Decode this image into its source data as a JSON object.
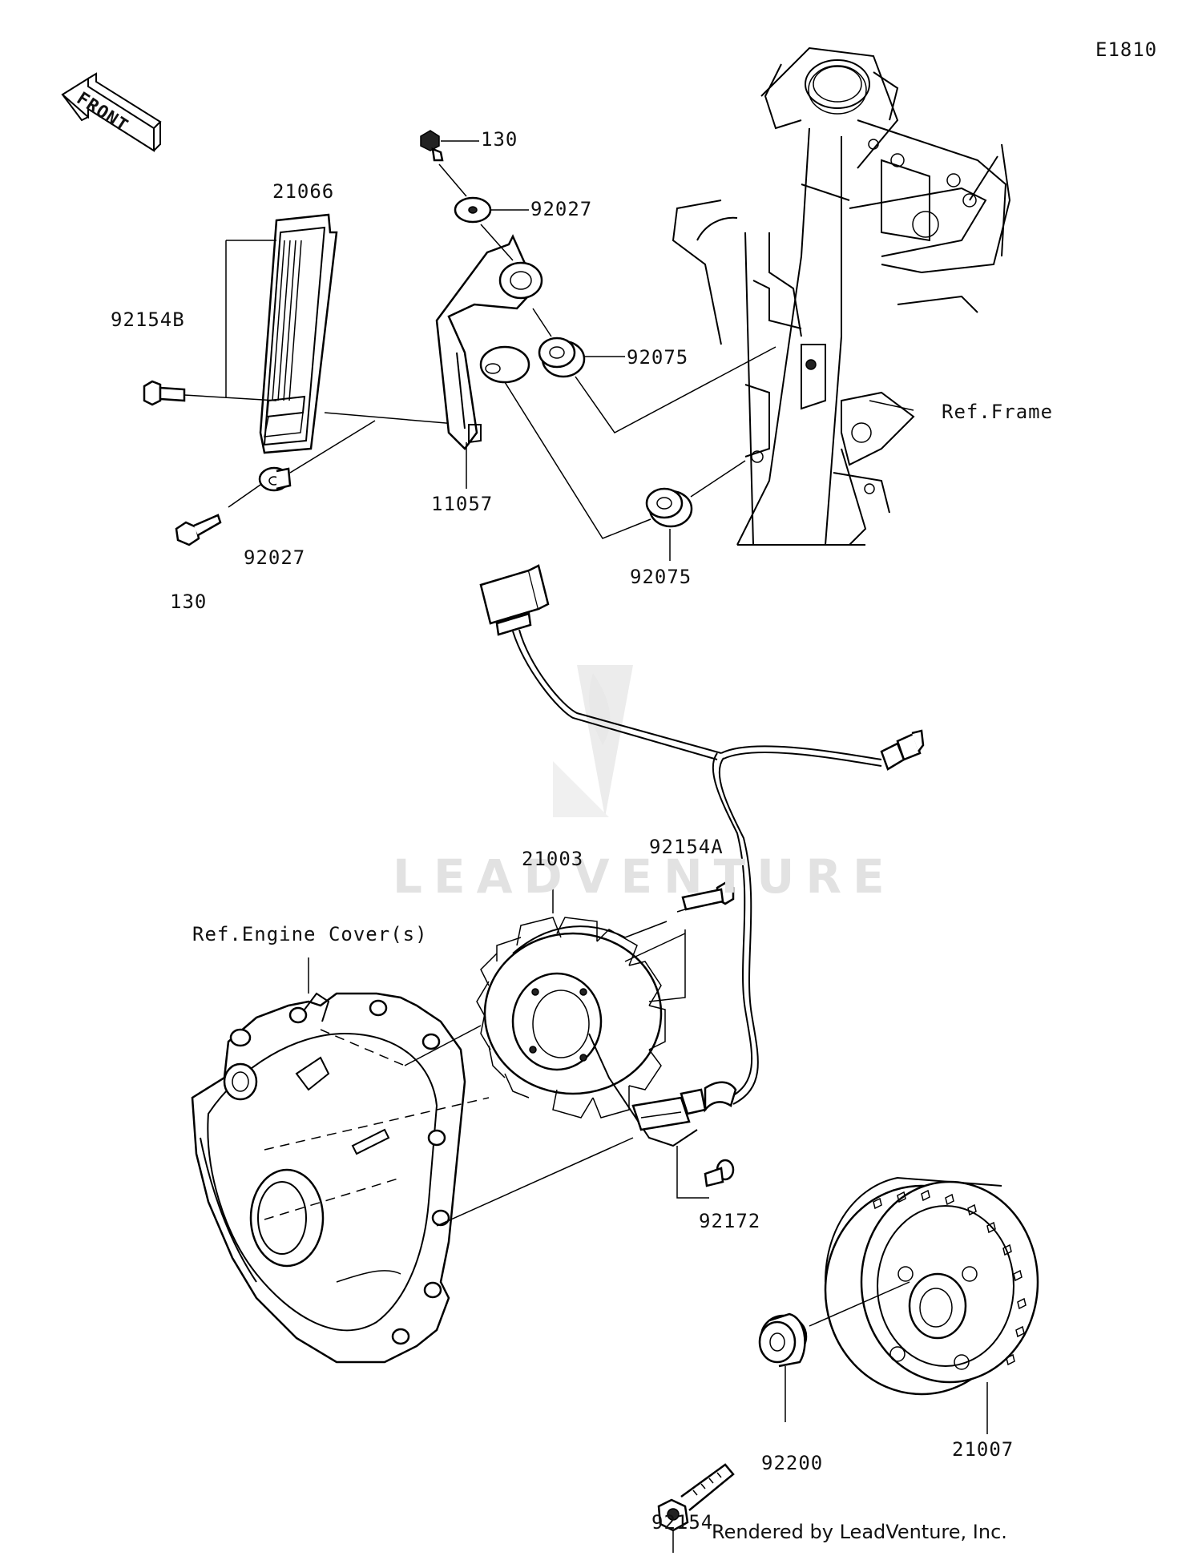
{
  "diagram_code": "E1810",
  "front_arrow": "FRONT",
  "callouts": {
    "p130_top": "130",
    "p92027_top": "92027",
    "p21066": "21066",
    "p92154B": "92154B",
    "p92075_top": "92075",
    "ref_frame": "Ref.Frame",
    "p11057": "11057",
    "p92027_bottom": "92027",
    "p130_bottom": "130",
    "p92075_bottom": "92075",
    "p21003": "21003",
    "p92154A": "92154A",
    "ref_engine_cover": "Ref.Engine Cover(s)",
    "p92172": "92172",
    "p92200": "92200",
    "p21007": "21007",
    "p92154": "92154"
  },
  "watermark": "LEADVENTURE",
  "footer": "Rendered by LeadVenture, Inc."
}
